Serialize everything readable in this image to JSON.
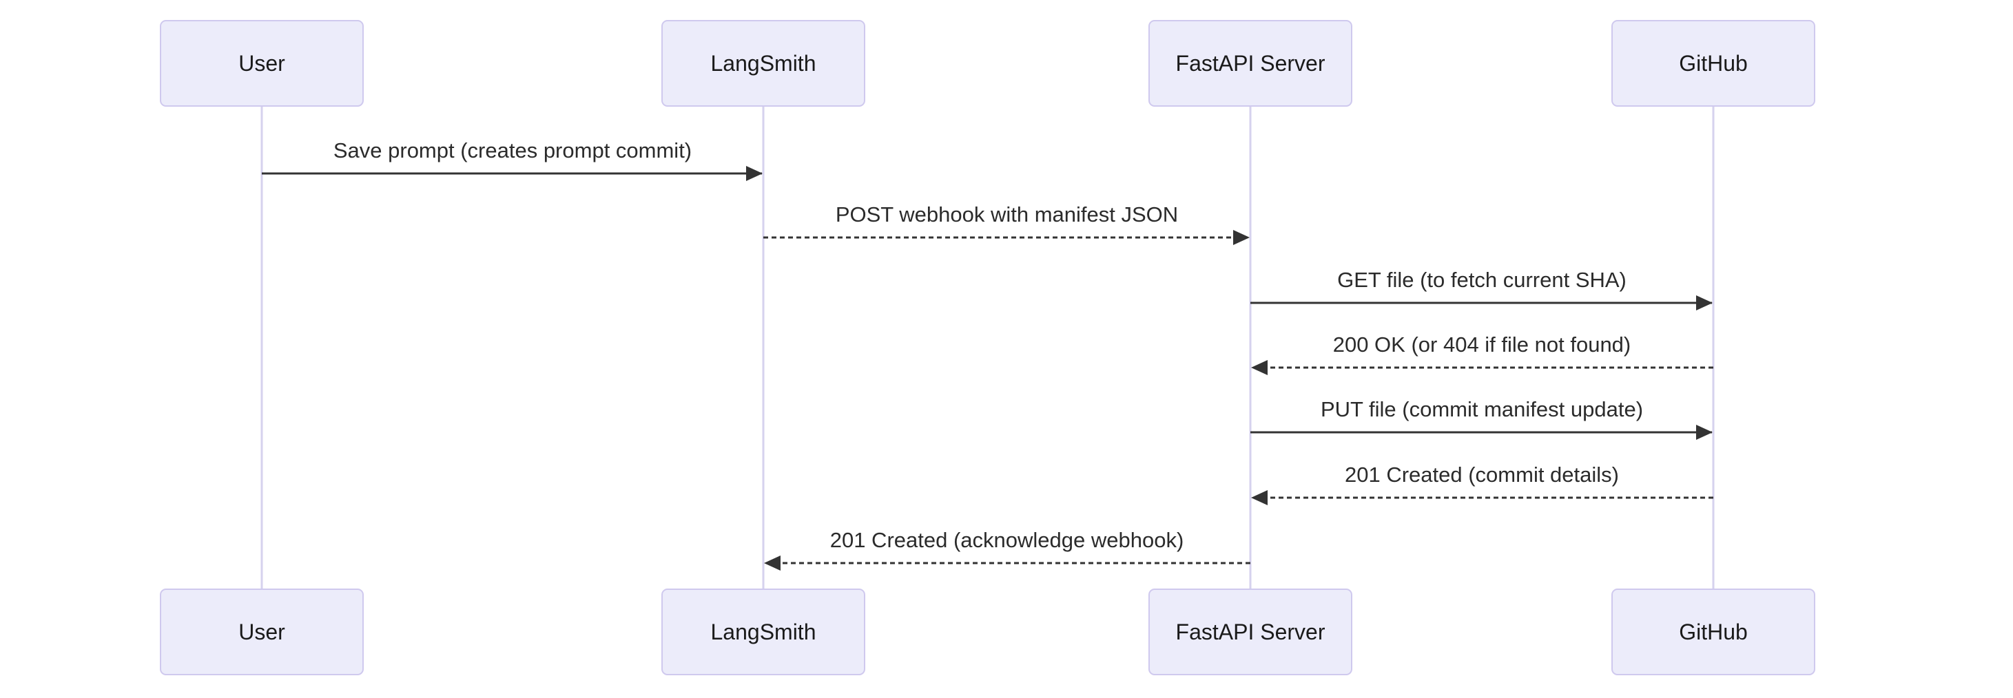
{
  "diagram": {
    "type": "sequence-diagram",
    "actors": [
      {
        "name": "User"
      },
      {
        "name": "LangSmith"
      },
      {
        "name": "FastAPI Server"
      },
      {
        "name": "GitHub"
      }
    ],
    "messages": [
      {
        "from": "User",
        "to": "LangSmith",
        "text": "Save prompt (creates prompt commit)",
        "line": "solid",
        "direction": "right"
      },
      {
        "from": "LangSmith",
        "to": "FastAPI Server",
        "text": "POST webhook with manifest JSON",
        "line": "dashed",
        "direction": "right"
      },
      {
        "from": "FastAPI Server",
        "to": "GitHub",
        "text": "GET file (to fetch current SHA)",
        "line": "solid",
        "direction": "right"
      },
      {
        "from": "GitHub",
        "to": "FastAPI Server",
        "text": "200 OK (or 404 if file not found)",
        "line": "dashed",
        "direction": "left"
      },
      {
        "from": "FastAPI Server",
        "to": "GitHub",
        "text": "PUT file (commit manifest update)",
        "line": "solid",
        "direction": "right"
      },
      {
        "from": "GitHub",
        "to": "FastAPI Server",
        "text": "201 Created (commit details)",
        "line": "dashed",
        "direction": "left"
      },
      {
        "from": "FastAPI Server",
        "to": "LangSmith",
        "text": "201 Created (acknowledge webhook)",
        "line": "dashed",
        "direction": "left"
      }
    ],
    "colors": {
      "actor_fill": "#ECECFA",
      "actor_border": "#CFC9EE",
      "lifeline": "#D6D2EE",
      "arrow": "#333333",
      "text": "#2b2b2b",
      "background": "#ffffff"
    }
  }
}
